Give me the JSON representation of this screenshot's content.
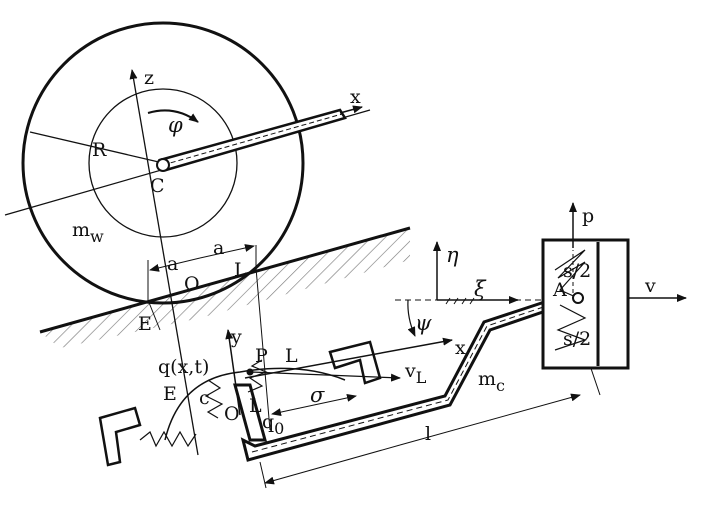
{
  "labels": {
    "z": "z",
    "x_top": "x",
    "phi": "φ",
    "R": "R",
    "C": "C",
    "m_w": "m",
    "m_w_sub": "w",
    "a_left": "a",
    "a_right": "a",
    "O_top": "O",
    "L_top": "L",
    "E_top": "E",
    "eta": "η",
    "xi": "ξ",
    "psi": "ψ",
    "p": "p",
    "s2_top": "s/2",
    "s2_bot": "s/2",
    "A": "A",
    "v": "v",
    "q_xt": "q(x,t)",
    "y": "y",
    "P": "P",
    "L_mid": "L",
    "x_low": "x",
    "v_L": "v",
    "v_L_sub": "L",
    "m_c": "m",
    "m_c_sub": "c",
    "E_low": "E",
    "c": "c",
    "O_low": "O",
    "L_low": "L",
    "q_0": "q",
    "q_0_sub": "0",
    "sigma": "σ",
    "l": "l"
  }
}
